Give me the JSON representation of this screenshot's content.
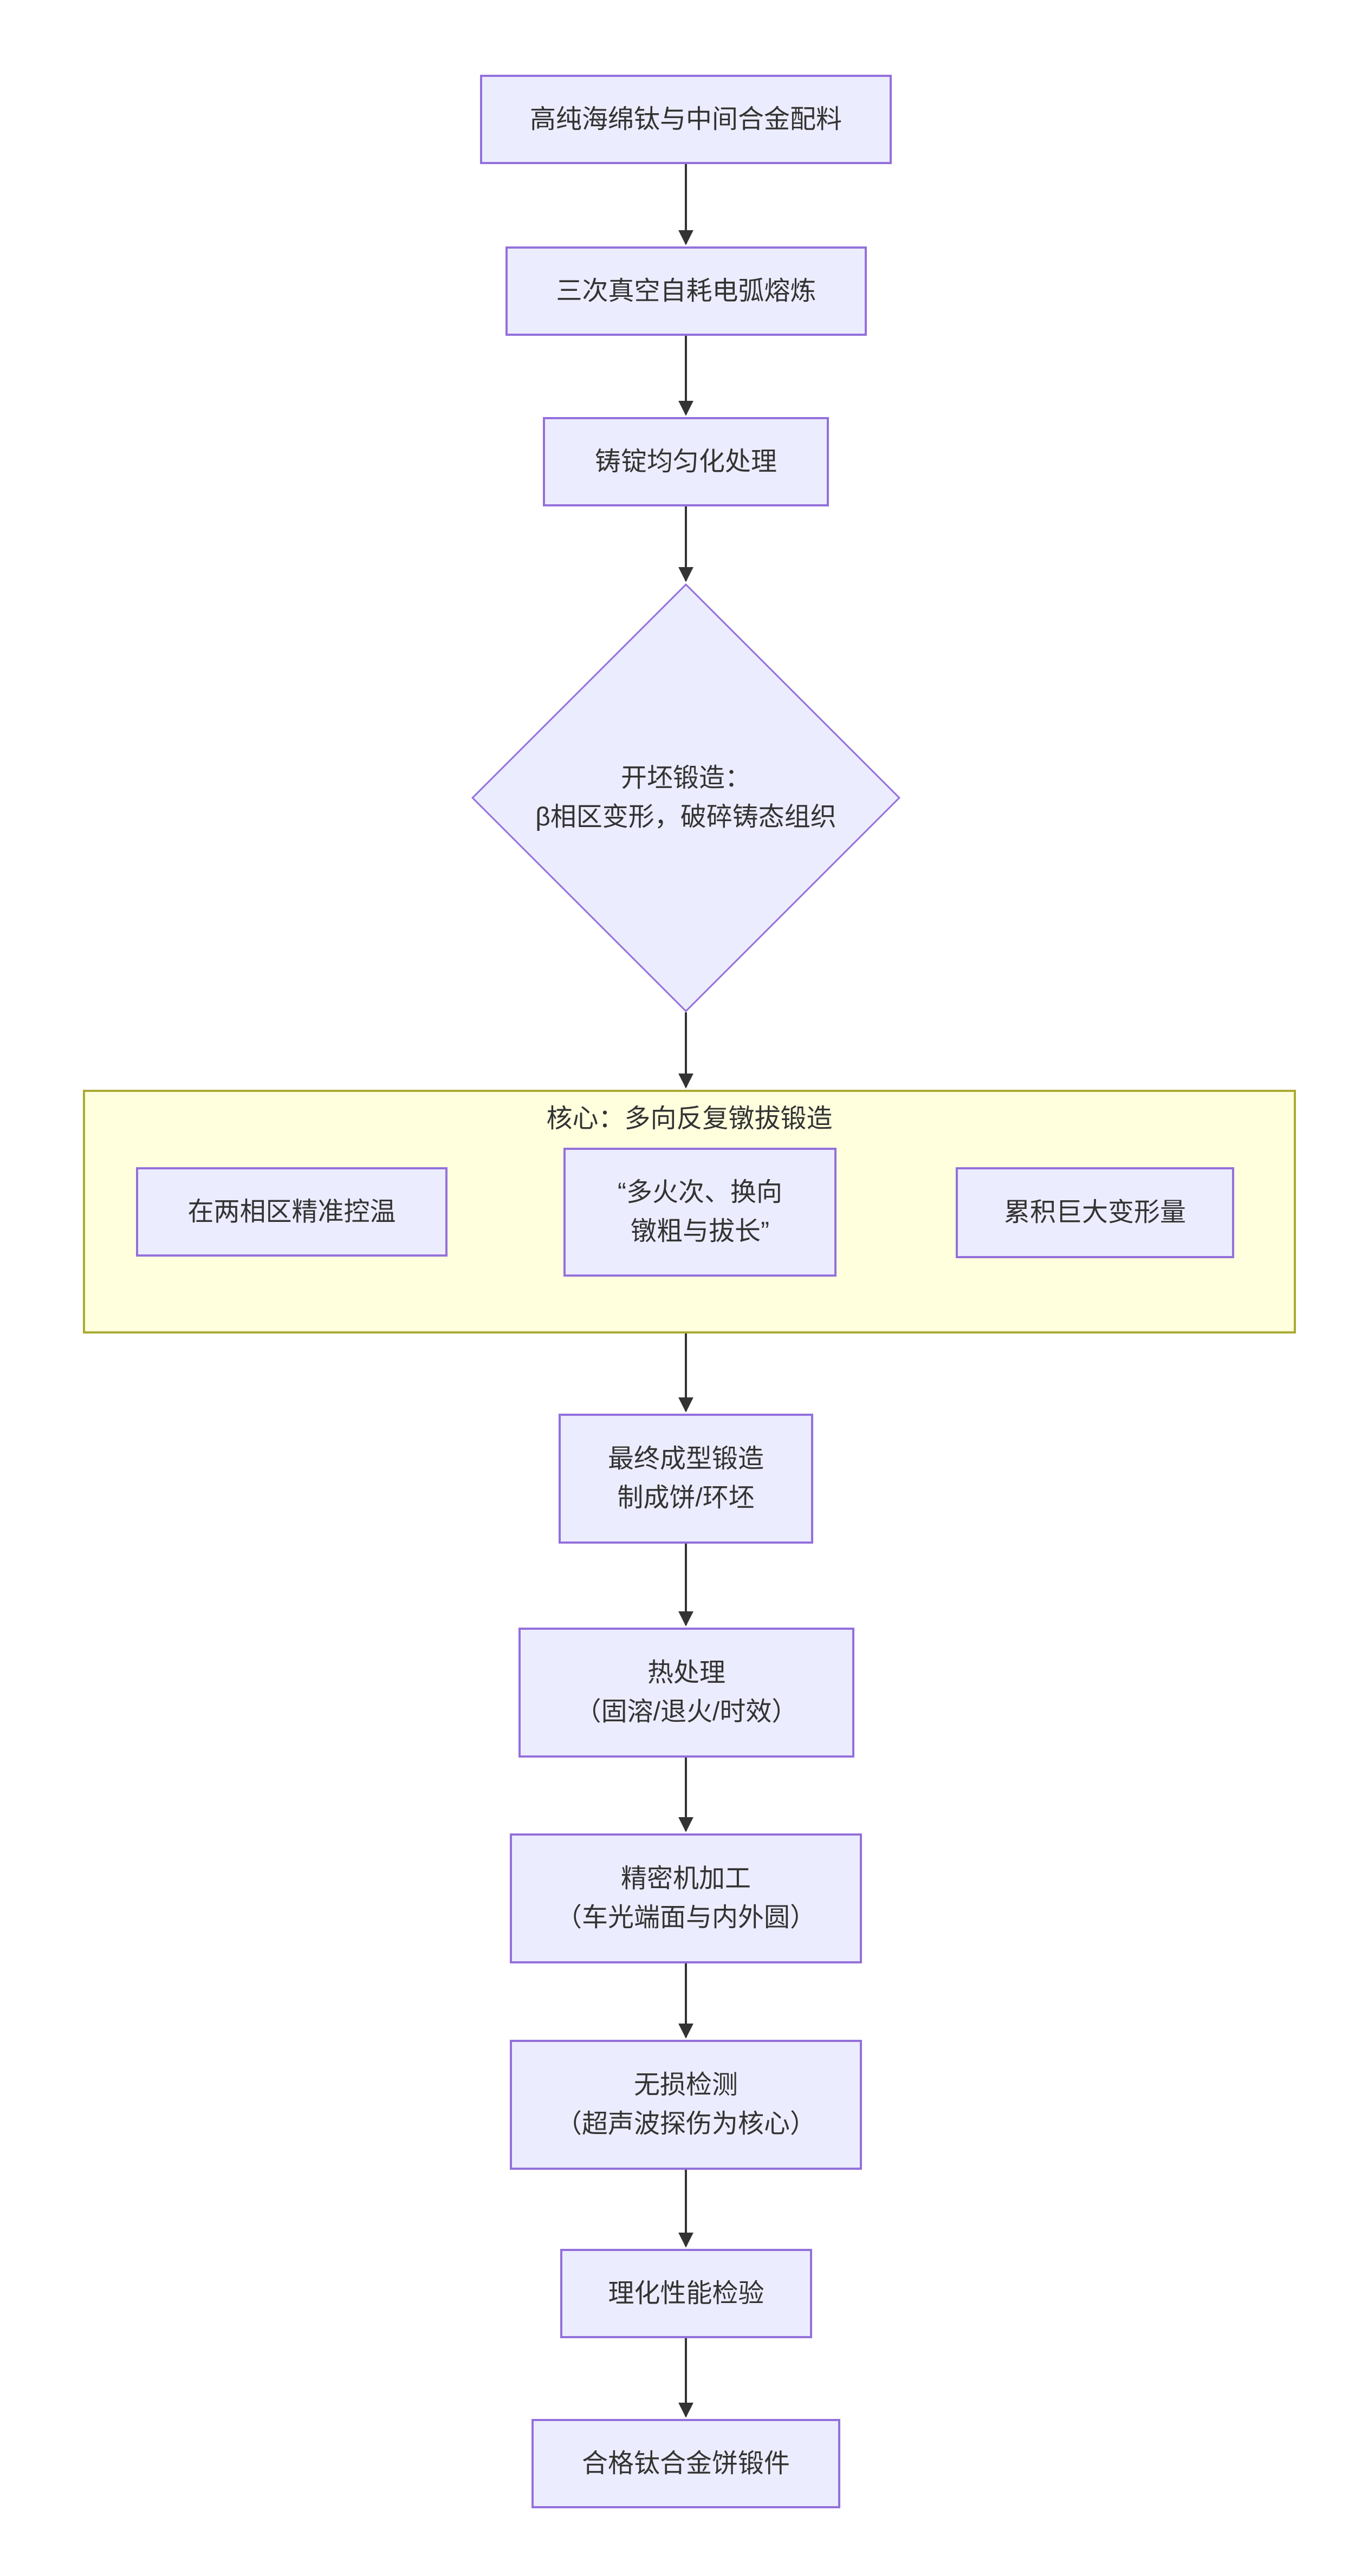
{
  "palette": {
    "node_fill": "#ECECFF",
    "node_border": "#9370DB",
    "subgraph_fill": "#FFFFDE",
    "subgraph_border": "#AAAA33",
    "edge_color": "#333333",
    "text_color": "#333333",
    "background": "#FFFFFF"
  },
  "flowchart": {
    "nodes": [
      {
        "id": "n1",
        "shape": "rect",
        "label": "高纯海绵钛与中间合金配料"
      },
      {
        "id": "n2",
        "shape": "rect",
        "label": "三次真空自耗电弧熔炼"
      },
      {
        "id": "n3",
        "shape": "rect",
        "label": "铸锭均匀化处理"
      },
      {
        "id": "d1",
        "shape": "diamond",
        "label": "开坯锻造：\nβ相区变形，破碎铸态组织"
      },
      {
        "id": "n4",
        "shape": "rect",
        "label": "最终成型锻造\n制成饼/环坯"
      },
      {
        "id": "n5",
        "shape": "rect",
        "label": "热处理\n（固溶/退火/时效）"
      },
      {
        "id": "n6",
        "shape": "rect",
        "label": "精密机加工\n（车光端面与内外圆）"
      },
      {
        "id": "n7",
        "shape": "rect",
        "label": "无损检测\n（超声波探伤为核心）"
      },
      {
        "id": "n8",
        "shape": "rect",
        "label": "理化性能检验"
      },
      {
        "id": "n9",
        "shape": "rect",
        "label": "合格钛合金饼锻件"
      }
    ],
    "subgraph": {
      "title": "核心：多向反复镦拔锻造",
      "nodes": [
        {
          "id": "s1",
          "label": "在两相区精准控温"
        },
        {
          "id": "s2",
          "label": "“多火次、换向\n镦粗与拔长”"
        },
        {
          "id": "s3",
          "label": "累积巨大变形量"
        }
      ]
    },
    "edges": [
      "n1→n2",
      "n2→n3",
      "n3→d1",
      "d1→subgraph",
      "subgraph→n4",
      "n4→n5",
      "n5→n6",
      "n6→n7",
      "n7→n8",
      "n8→n9",
      "s1→s2",
      "s2→s3"
    ]
  }
}
